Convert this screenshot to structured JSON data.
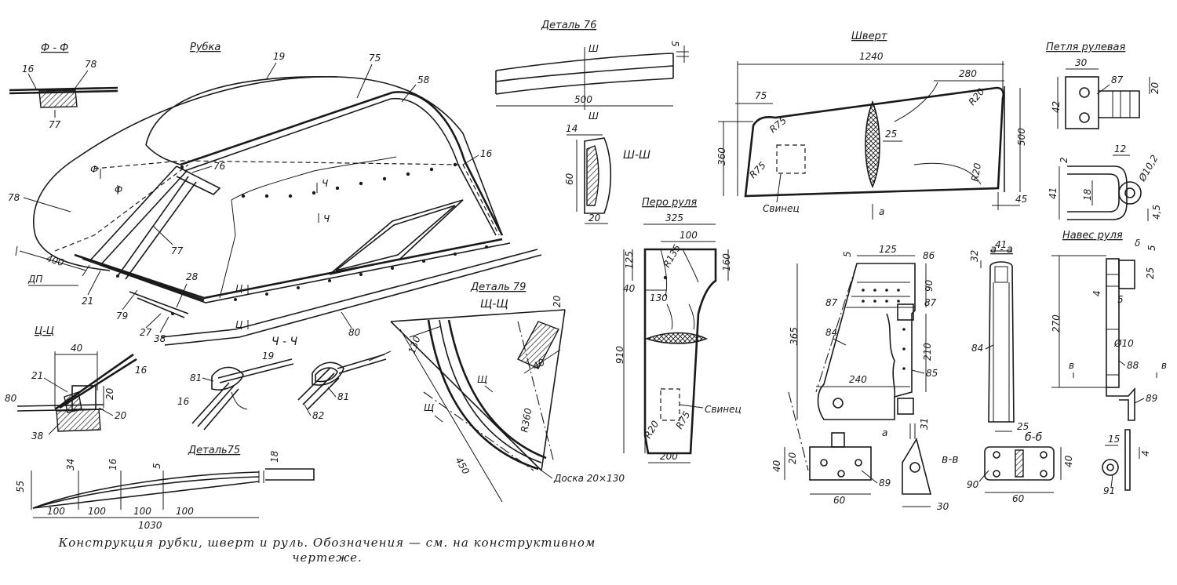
{
  "titles": {
    "f_section": "Ф - Ф",
    "rubka": "Рубка",
    "detail76": "Деталь 76",
    "sh_section": "Ш-Ш",
    "shvert": "Шверт",
    "petlya": "Петля рулевая",
    "pero": "Перо руля",
    "naves": "Навес руля",
    "aa_section": "а - а",
    "ts_section": "Ц-Ц",
    "ch_section": "Ч - Ч",
    "detail79": "Деталь 79",
    "shch_section": "Щ-Щ",
    "detail75": "Деталь75",
    "vv_section": "в-в",
    "bb_section": "б-б"
  },
  "labels": {
    "svinets_shvert": "Свинец",
    "svinets_pero": "Свинец",
    "doska": "Доска 20×130",
    "dp": "ДП"
  },
  "parts": {
    "p16": "16",
    "p19": "19",
    "p20": "20",
    "p21": "21",
    "p27": "27",
    "p28": "28",
    "p38": "38",
    "p58": "58",
    "p75": "75",
    "p76": "76",
    "p77": "77",
    "p78": "78",
    "p79": "79",
    "p80": "80",
    "p81": "81",
    "p82": "82",
    "p84": "84",
    "p85": "85",
    "p86": "86",
    "p87": "87",
    "p88": "88",
    "p89": "89",
    "p90": "90",
    "p91": "91"
  },
  "markers": {
    "f": "Ф",
    "ch": "Ч",
    "ts": "Ц",
    "sh": "Ш",
    "shch": "Щ",
    "a": "а",
    "b": "б",
    "v": "в"
  },
  "dims": {
    "d400": "400",
    "d40_ts": "40",
    "d20_ts": "20",
    "d55": "55",
    "d34": "34",
    "d16": "16",
    "d5_75": "5",
    "d18": "18",
    "d100a": "100",
    "d100b": "100",
    "d100c": "100",
    "d100d": "100",
    "d1030": "1030",
    "d5_76": "5",
    "d500_76": "500",
    "d14": "14",
    "d60": "60",
    "d20_sh": "20",
    "d130_79": "130",
    "d20_79": "20",
    "d40_79": "40",
    "dR360": "R360",
    "d450": "450",
    "d325": "325",
    "d100_p": "100",
    "d125_p": "125",
    "dR135": "R135",
    "d160": "160",
    "d40_p": "40",
    "d130_p": "130",
    "d910": "910",
    "dR20_p": "R20",
    "dR75_p": "R75",
    "d200": "200",
    "d1240": "1240",
    "d280": "280",
    "d75_s": "75",
    "dR20_s": "R20",
    "dR75_s": "R75",
    "dR75b_s": "R75",
    "d25_s": "25",
    "d360": "360",
    "d500_s": "500",
    "dR20b_s": "R20",
    "d45": "45",
    "d5_k": "5",
    "d125_k": "125",
    "d90": "90",
    "d365": "365",
    "d210": "210",
    "d240": "240",
    "d31": "31",
    "d40_b": "40",
    "d20_b": "20",
    "d60_b": "60",
    "d30_v": "30",
    "d32": "32",
    "d41_a": "41",
    "d25_a": "25",
    "d30_pl": "30",
    "d20_pl": "20",
    "d42": "42",
    "d12": "12",
    "d2": "2",
    "d41_pl": "41",
    "d18_pl": "18",
    "dD102": "Ø10,2",
    "d45_pl": "4,5",
    "d_b": "δ",
    "d5_n": "5",
    "d25_n": "25",
    "d4_n": "4",
    "d5b_n": "5",
    "d270": "270",
    "dD10": "Ø10",
    "d40_bb": "40",
    "d60_bb": "60",
    "d15": "15",
    "d4_91": "4"
  },
  "caption": {
    "line1": "Конструкция рубки, шверт и руль. Обозначения — см. на конструктивном",
    "line2": "чертеже."
  }
}
